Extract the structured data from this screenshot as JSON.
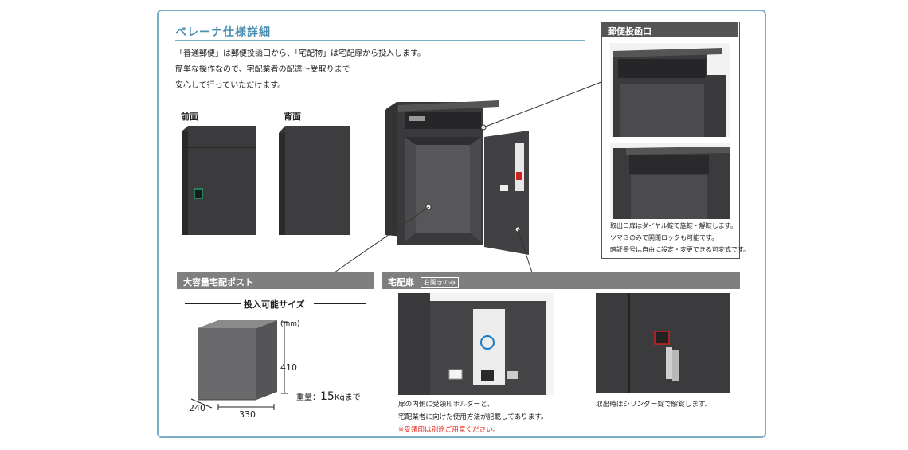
{
  "section_title": "ペレーナ仕様詳細",
  "intro_lines": [
    "「普通郵便」は郵便投函口から、「宅配物」は宅配扉から投入します。",
    "簡単な操作なので、宅配業者の配達～受取りまで",
    "安心して行っていただけます。"
  ],
  "views": {
    "front": "前面",
    "back": "背面"
  },
  "mail_slot": {
    "header": "郵便投函口",
    "notes": [
      "取出口扉はダイヤル錠で施錠・解錠します。",
      "ツマミのみで開閉ロックも可能です。",
      "暗証番号は自由に設定・変更できる可変式です。"
    ]
  },
  "capacity": {
    "header": "大容量宅配ポスト",
    "subheader": "投入可能サイズ",
    "unit": "(mm)",
    "height": "410",
    "width": "330",
    "depth": "240",
    "weight_label": "重量：",
    "weight_value": "15",
    "weight_suffix": "Kgまで"
  },
  "delivery_door": {
    "header": "宅配扉",
    "badge": "右開きのみ",
    "caption_lines": [
      "扉の内側に受領印ホルダーと、",
      "宅配業者に向けた使用方法が記載してあります。"
    ],
    "note": "※受領印は別途ご用意ください。",
    "cylinder_caption": "取出時はシリンダー錠で解錠します。"
  },
  "colors": {
    "accent": "#4a8fb3",
    "bar": "#7f7f7f",
    "warning": "#e3261b",
    "body": "#3b3b3d"
  }
}
